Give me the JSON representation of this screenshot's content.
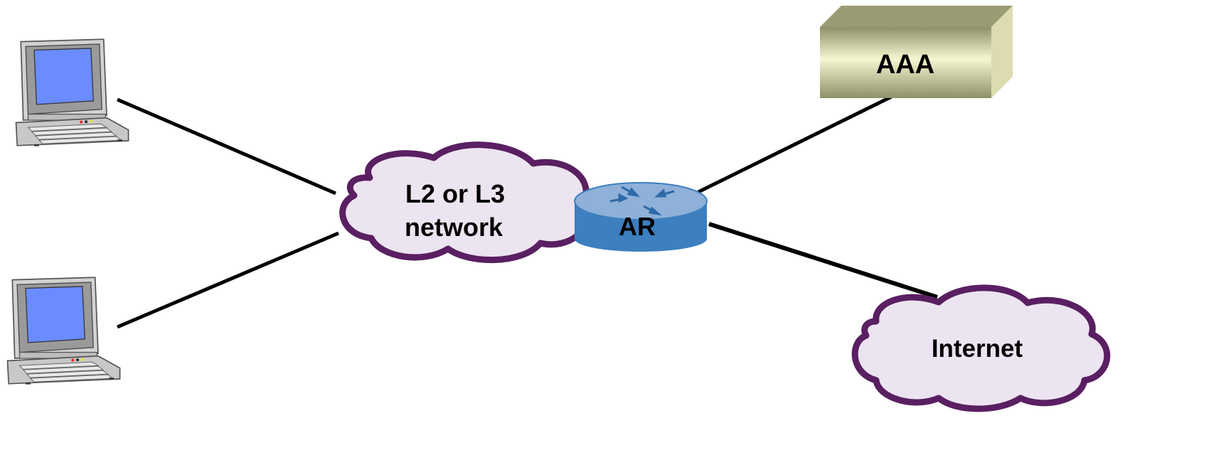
{
  "nodes": {
    "aaa": {
      "label": "AAA"
    },
    "network": {
      "line1": "L2 or L3",
      "line2": "network"
    },
    "router": {
      "label": "AR"
    },
    "internet": {
      "label": "Internet"
    }
  },
  "icons": {
    "laptop_top": "laptop-icon",
    "laptop_bottom": "laptop-icon",
    "router": "router-icon",
    "server": "server-box-icon"
  },
  "colors": {
    "cloud_fill": "#ece4f0",
    "cloud_outline": "#5a1f62",
    "router_top": "#8fb0d8",
    "router_side": "#3d7fbf",
    "aaa_front": "#d6d6a4",
    "aaa_top": "#9b9b73",
    "aaa_side": "#dcdcb0",
    "laptop_screen": "#6a8cff",
    "link": "#000000"
  }
}
